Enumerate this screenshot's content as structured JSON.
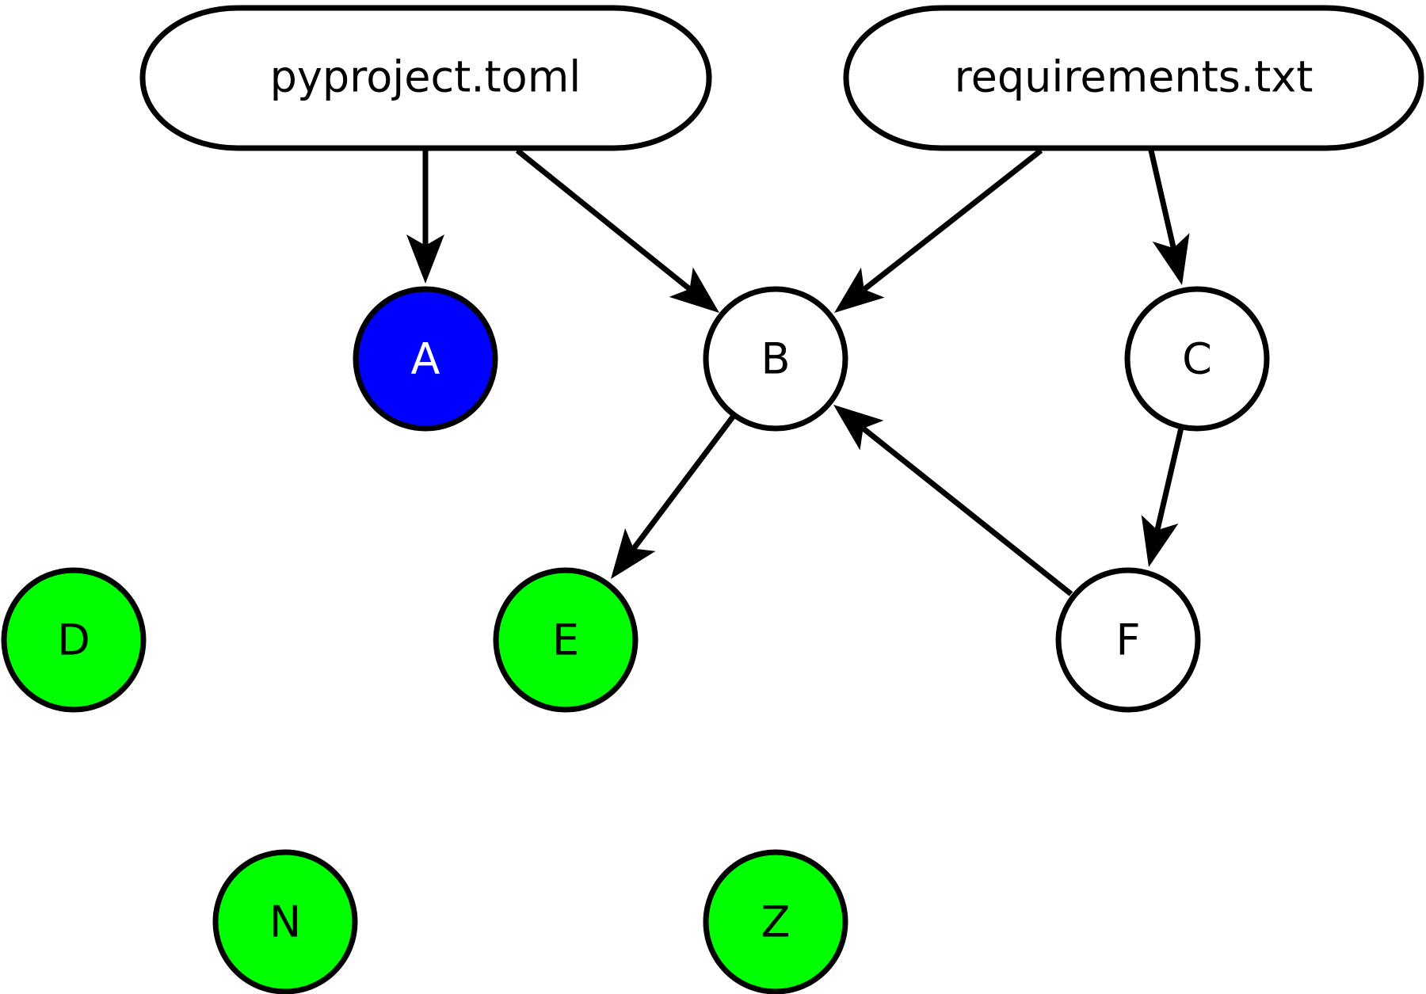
{
  "sources": [
    {
      "id": "pyproject",
      "label": "pyproject.toml"
    },
    {
      "id": "requirements",
      "label": "requirements.txt"
    }
  ],
  "nodes": [
    {
      "id": "A",
      "label": "A",
      "fill": "#0000ff",
      "text_color": "#ffffff"
    },
    {
      "id": "B",
      "label": "B",
      "fill": "#ffffff",
      "text_color": "#000000"
    },
    {
      "id": "C",
      "label": "C",
      "fill": "#ffffff",
      "text_color": "#000000"
    },
    {
      "id": "D",
      "label": "D",
      "fill": "#00ff00",
      "text_color": "#000000"
    },
    {
      "id": "E",
      "label": "E",
      "fill": "#00ff00",
      "text_color": "#000000"
    },
    {
      "id": "F",
      "label": "F",
      "fill": "#ffffff",
      "text_color": "#000000"
    },
    {
      "id": "N",
      "label": "N",
      "fill": "#00ff00",
      "text_color": "#000000"
    },
    {
      "id": "Z",
      "label": "Z",
      "fill": "#00ff00",
      "text_color": "#000000"
    }
  ],
  "edges": [
    {
      "from": "pyproject",
      "to": "A"
    },
    {
      "from": "pyproject",
      "to": "B"
    },
    {
      "from": "requirements",
      "to": "B"
    },
    {
      "from": "requirements",
      "to": "C"
    },
    {
      "from": "B",
      "to": "E"
    },
    {
      "from": "C",
      "to": "F"
    },
    {
      "from": "F",
      "to": "B"
    }
  ],
  "colors": {
    "stroke": "#000000",
    "background": "#ffffff"
  }
}
